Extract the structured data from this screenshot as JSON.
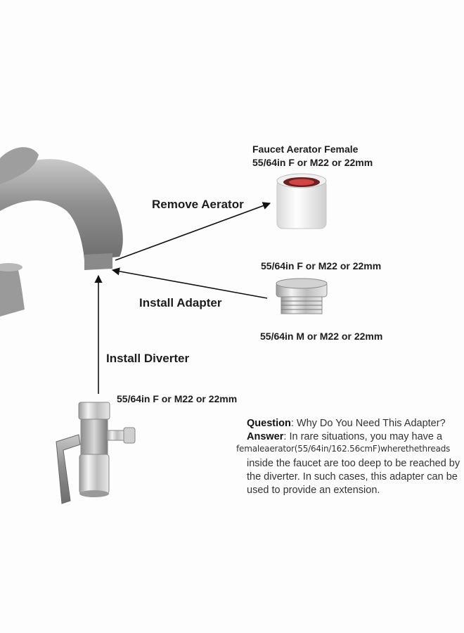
{
  "labels": {
    "aerator_title_line1": "Faucet Aerator Female",
    "aerator_title_line2": "55/64in F or M22 or 22mm",
    "remove_aerator": "Remove Aerator",
    "adapter_top_spec": "55/64in F or M22 or 22mm",
    "install_adapter": "Install Adapter",
    "adapter_bottom_spec": "55/64in M or M22 or 22mm",
    "install_diverter": "Install Diverter",
    "diverter_spec": "55/64in F or M22 or 22mm"
  },
  "qa": {
    "question_label": "Question",
    "question_text": ": Why Do You Need This Adapter?",
    "answer_label": "Answer",
    "answer_line1": ":    In rare situations, you may have a",
    "overlay_text": "femaleaerator(55/64in/162.56cmF)wherethethreads",
    "answer_line3": "inside the faucet are too deep to be reached by",
    "answer_line4": "the diverter. In such cases, this adapter can be",
    "answer_line5": "used to provide an extension."
  },
  "icons": {
    "faucet": "faucet-icon",
    "aerator": "aerator-icon",
    "adapter": "adapter-icon",
    "diverter": "diverter-icon"
  }
}
